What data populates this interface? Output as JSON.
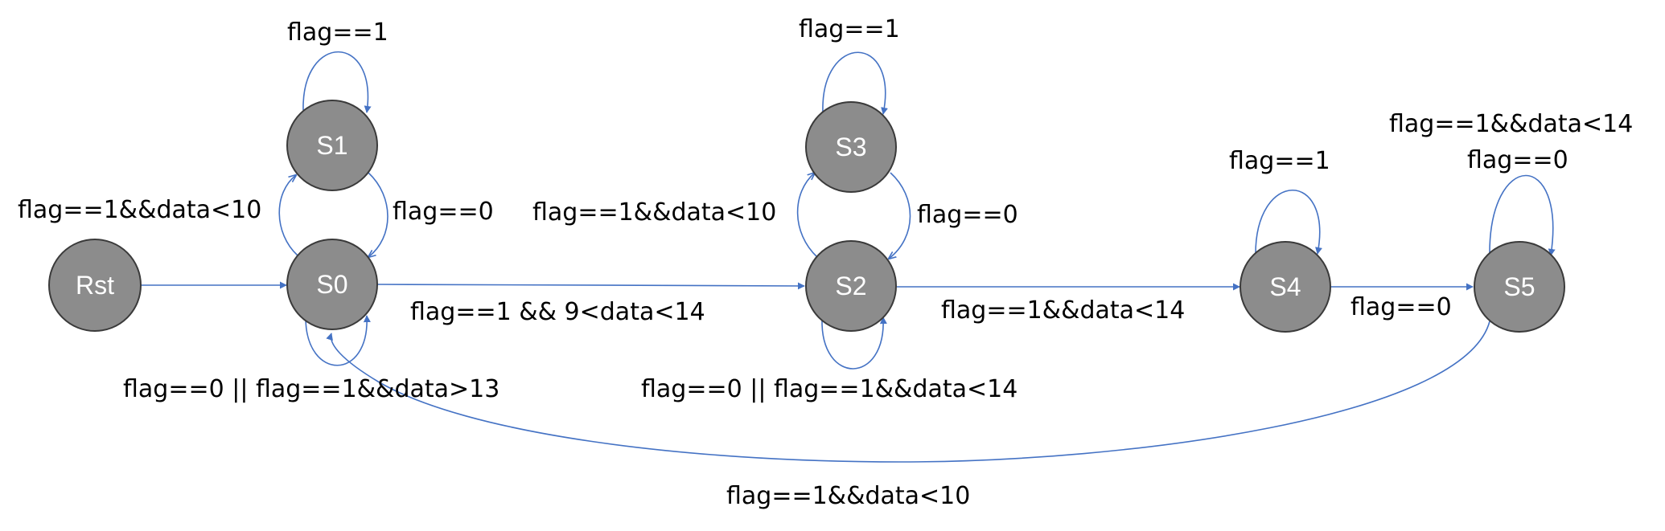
{
  "diagram": {
    "states": {
      "rst": "Rst",
      "s0": "S0",
      "s1": "S1",
      "s2": "S2",
      "s3": "S3",
      "s4": "S4",
      "s5": "S5"
    },
    "transitions": {
      "s1_loop": "flag==1",
      "s0_to_s1": "flag==1&&data<10",
      "s1_to_s0": "flag==0",
      "s0_to_s2": "flag==1 && 9<data<14",
      "s0_loop": "flag==0 || flag==1&&data>13",
      "s3_loop": "flag==1",
      "s2_to_s3": "flag==1&&data<10",
      "s3_to_s2": "flag==0",
      "s2_loop": "flag==0 || flag==1&&data<14",
      "s2_to_s4": "flag==1&&data<14",
      "s4_loop": "flag==1",
      "s4_to_s5": "flag==0",
      "s5_loop_a": "flag==1&&data<14",
      "s5_loop_b": "flag==0",
      "s5_to_s0": "flag==1&&data<10"
    },
    "colors": {
      "state_fill": "#8c8c8c",
      "state_stroke": "#3a3a3a",
      "edge": "#4472c4"
    }
  }
}
